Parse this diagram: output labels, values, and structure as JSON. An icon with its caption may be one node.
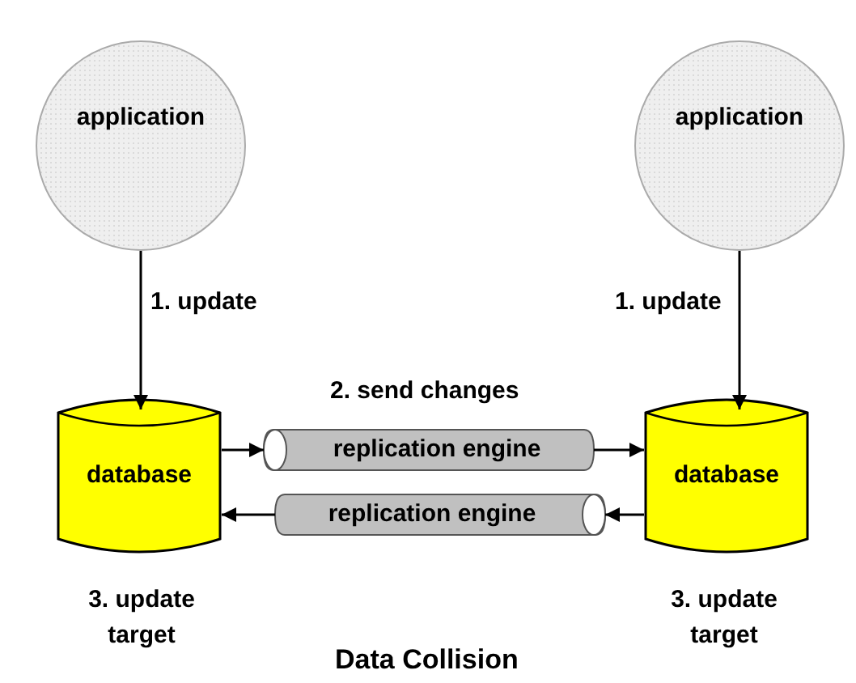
{
  "diagram": {
    "caption": "Data Collision",
    "nodes": [
      {
        "text": [
          "application"
        ]
      },
      {
        "text": [
          "application"
        ]
      },
      {
        "text": [
          "database"
        ],
        "beside": [
          "3. update target"
        ]
      },
      {
        "text": [
          "replication engine"
        ]
      },
      {
        "text": [
          "database"
        ],
        "beside": [
          "3. update target"
        ]
      },
      {
        "text": [
          "replication engine"
        ]
      }
    ],
    "edges": [
      {
        "from": 0,
        "to": 2,
        "arrow": "to",
        "label": "1. update"
      },
      {
        "from": 1,
        "to": 4,
        "arrow": "to",
        "label": "1. update"
      },
      {
        "from": 2,
        "to": 3,
        "arrow": "to"
      },
      {
        "from": 3,
        "to": 4,
        "arrow": "to"
      },
      {
        "from": 4,
        "to": 5,
        "arrow": "to"
      },
      {
        "from": 5,
        "to": 2,
        "arrow": "to"
      }
    ],
    "labels": [
      "2. send changes"
    ]
  }
}
